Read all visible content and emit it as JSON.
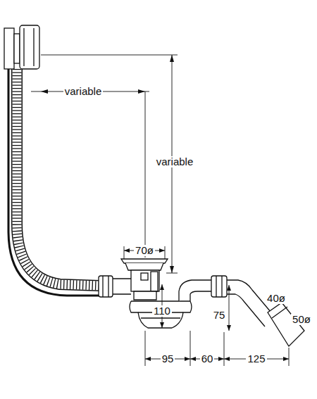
{
  "diagram": {
    "labels": [
      "variable",
      "variable",
      "70ø",
      "110",
      "75",
      "40ø",
      "50ø",
      "95",
      "60",
      "125"
    ]
  }
}
